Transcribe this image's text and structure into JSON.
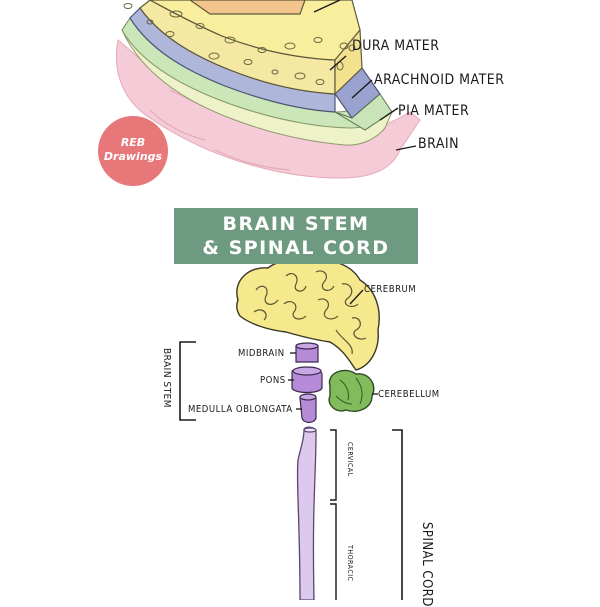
{
  "meninges": {
    "labels": {
      "dura": "DURA MATER",
      "arachnoid": "ARACHNOID MATER",
      "pia": "PIA MATER",
      "brain": "BRAIN"
    }
  },
  "badge": {
    "line1": "REB",
    "line2": "Drawings"
  },
  "section": {
    "title_line1": "BRAIN STEM",
    "title_line2": "& SPINAL CORD"
  },
  "stem": {
    "group_label": "BRAIN STEM",
    "cerebrum": "CEREBRUM",
    "midbrain": "MIDBRAIN",
    "pons": "PONS",
    "medulla": "MEDULLA OBLONGATA",
    "cerebellum": "CEREBELLUM",
    "cervical": "CERVICAL",
    "thoracic": "THORACIC",
    "spinal_cord": "SPINAL CORD"
  },
  "colors": {
    "skull": "#f6eca6",
    "dura": "#f3e69d",
    "arachnoid": "#a9b3d8",
    "pia": "#c5e3b8",
    "brain_tissue": "#ecf0c6",
    "brain_pink": "#f2c7d4",
    "cerebrum": "#f4e68a",
    "brainstem": "#b58ad6",
    "cerebellum": "#7fba5a",
    "banner": "#6e9a82",
    "badge": "#e8777a"
  }
}
